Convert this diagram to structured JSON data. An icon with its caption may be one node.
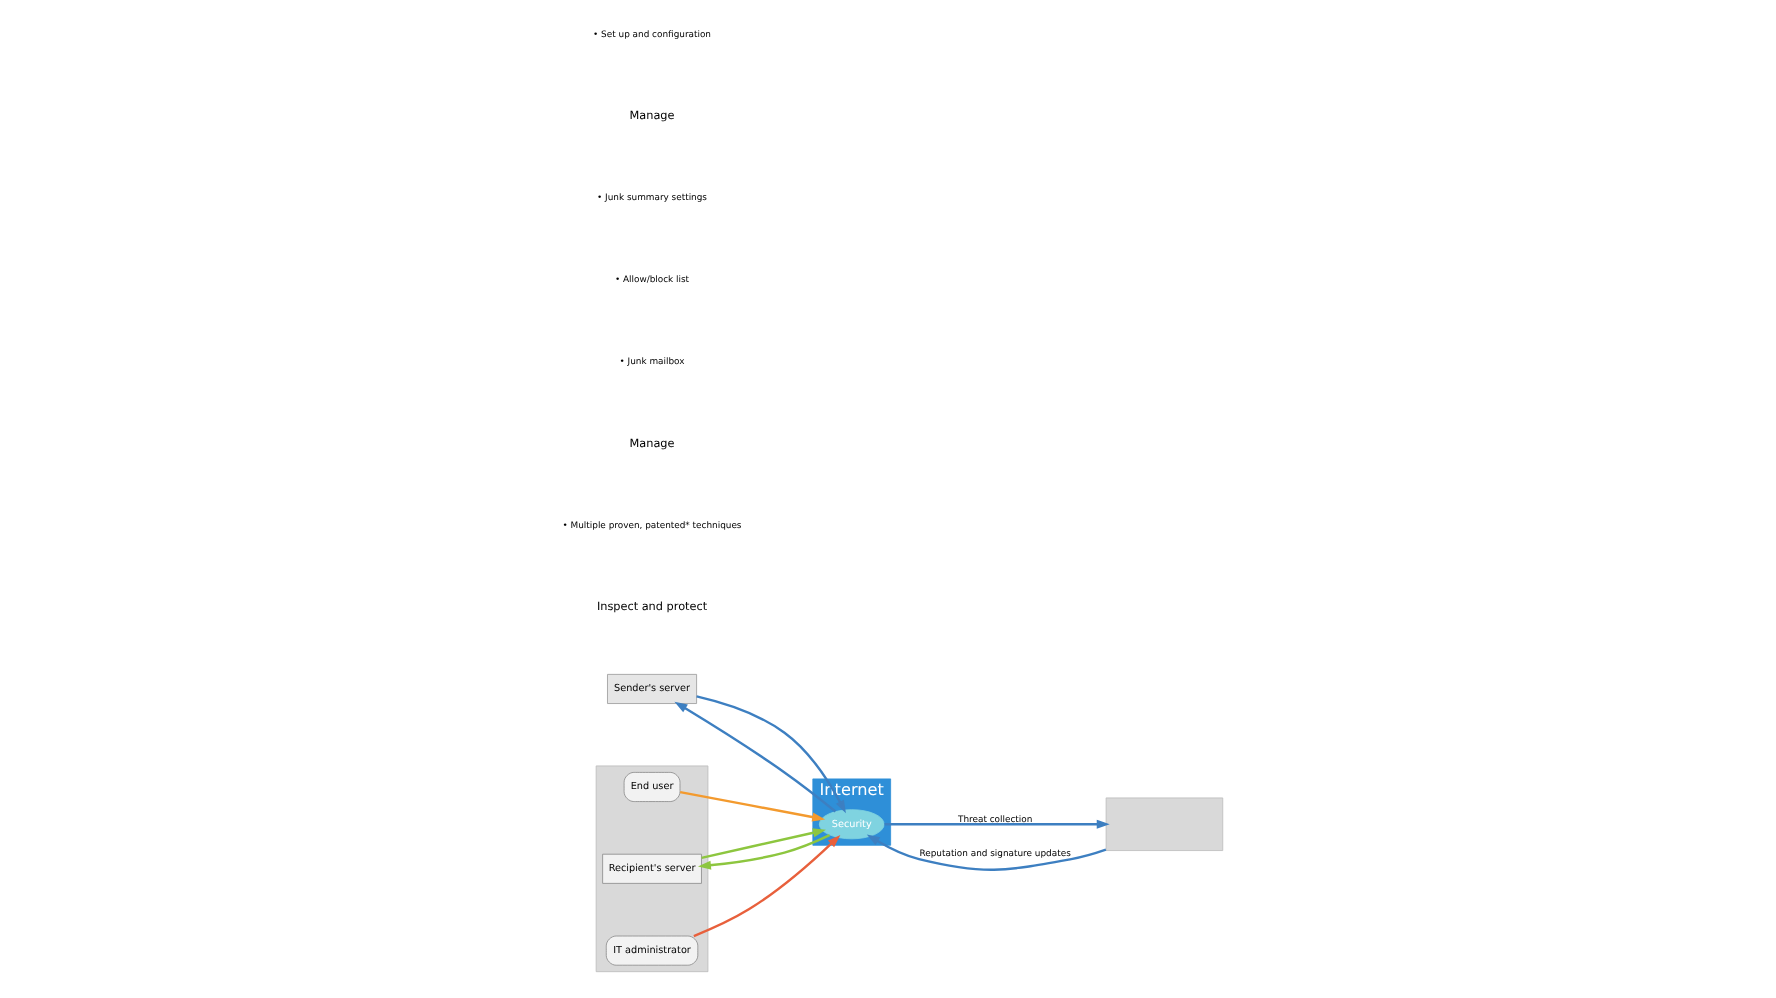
{
  "diagram": {
    "nodes": [
      {
        "text": [
          "Sender's server"
        ]
      },
      {
        "text": [
          "Internet"
        ]
      },
      {
        "text": [
          "Security"
        ],
        "in": 1
      },
      {
        "text": [],
        "shape": "box"
      },
      {
        "text": [
          "End user"
        ],
        "in": 3
      },
      {
        "text": [
          "Recipient's server"
        ],
        "in": 3
      },
      {
        "text": [
          "IT administrator"
        ],
        "in": 3
      },
      {
        "text": [],
        "shape": "box"
      }
    ],
    "edges": [
      {
        "from": 2,
        "to": 0,
        "arrow": "to"
      },
      {
        "from": 0,
        "to": 2,
        "arrow": "to"
      },
      {
        "from": 4,
        "to": 2,
        "arrow": "to",
        "color": "#f39a2e"
      },
      {
        "from": 5,
        "to": 2,
        "arrow": "to",
        "color": "#8dc63f"
      },
      {
        "from": 2,
        "to": 5,
        "arrow": "to",
        "color": "#8dc63f"
      },
      {
        "from": 6,
        "to": 2,
        "arrow": "to",
        "color": "#e8603c"
      },
      {
        "from": 7,
        "to": 2,
        "arrow": "to",
        "label": "Reputation and signature updates"
      },
      {
        "from": 2,
        "to": 7,
        "arrow": "to",
        "label": "Threat collection"
      }
    ],
    "labels": [
      "Inspect and protect",
      "• Multiple proven, patented* techniques",
      "Manage",
      "• Junk mailbox",
      "• Allow/block list",
      "• Junk summary settings",
      "Manage",
      "• Set up and configuration"
    ]
  }
}
